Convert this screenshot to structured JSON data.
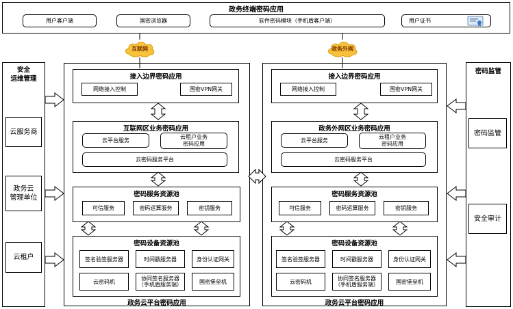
{
  "top_bar": {
    "title": "政务终端密码应用",
    "items": [
      "用户客户端",
      "国密浏览器",
      "软件密码模块（手机盾客户端）",
      "用户证书"
    ]
  },
  "clouds": {
    "left": "互联网",
    "right": "政务外网"
  },
  "left_panel": {
    "title": "安全\n运维管理",
    "items": [
      "云服务商",
      "政务云\n管理单位",
      "云租户"
    ]
  },
  "right_panel": {
    "title": "密码监管",
    "items": [
      "密码监管",
      "安全审计"
    ]
  },
  "left_zone": {
    "footer": "政务云平台密码应用",
    "access": {
      "title": "接入边界密码应用",
      "items": [
        "网络接入控制",
        "国密VPN网关"
      ]
    },
    "business": {
      "title": "互联网区业务密码应用",
      "items": [
        "云平台服务",
        "云租户业务\n密码应用",
        "云密码服务平台"
      ]
    },
    "service_pool": {
      "title": "密码服务资源池",
      "items": [
        "可信服务",
        "密码运算服务",
        "密钥服务"
      ]
    },
    "device_pool": {
      "title": "密码设备资源池",
      "items": [
        "签名验签服务器",
        "时间戳服务器",
        "身份认证网关",
        "云密码机",
        "协同签名服务器\n（手机盾服务端）",
        "国密堡垒机"
      ]
    }
  },
  "right_zone": {
    "footer": "政务云平台密码应用",
    "access": {
      "title": "接入边界密码应用",
      "items": [
        "网络接入控制",
        "国密VPN网关"
      ]
    },
    "business": {
      "title": "政务外网区业务密码应用",
      "items": [
        "云平台服务",
        "云租户业务\n密码应用",
        "云密码服务平台"
      ]
    },
    "service_pool": {
      "title": "密码服务资源池",
      "items": [
        "可信服务",
        "密码运算服务",
        "密钥服务"
      ]
    },
    "device_pool": {
      "title": "密码设备资源池",
      "items": [
        "签名验签服务器",
        "时间戳服务器",
        "身份认证网关",
        "云密码机",
        "协同签名服务器\n（手机盾服务端）",
        "国密堡垒机"
      ]
    }
  },
  "colors": {
    "cloud_fill": "#f9c23c",
    "cloud_text": "#7a3500",
    "line": "#000000"
  },
  "icons": {
    "certificate": "certificate-icon"
  }
}
